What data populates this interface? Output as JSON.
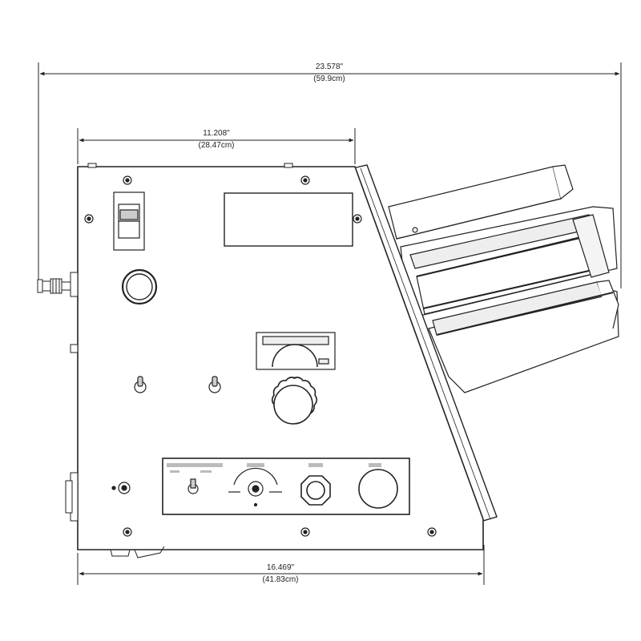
{
  "dimensions": {
    "overall_width": {
      "imperial": "23.578\"",
      "metric": "(59.9cm)"
    },
    "panel_top_width": {
      "imperial": "11.208\"",
      "metric": "(28.47cm)"
    },
    "base_width": {
      "imperial": "16.469\"",
      "metric": "(41.83cm)"
    }
  },
  "colors": {
    "line": "#222222",
    "fill": "#ffffff",
    "shade": "#dddddd"
  },
  "icons": [
    "rocker-switch-icon",
    "toggle-switch-icon",
    "knob-icon",
    "gauge-icon",
    "connector-icon"
  ]
}
